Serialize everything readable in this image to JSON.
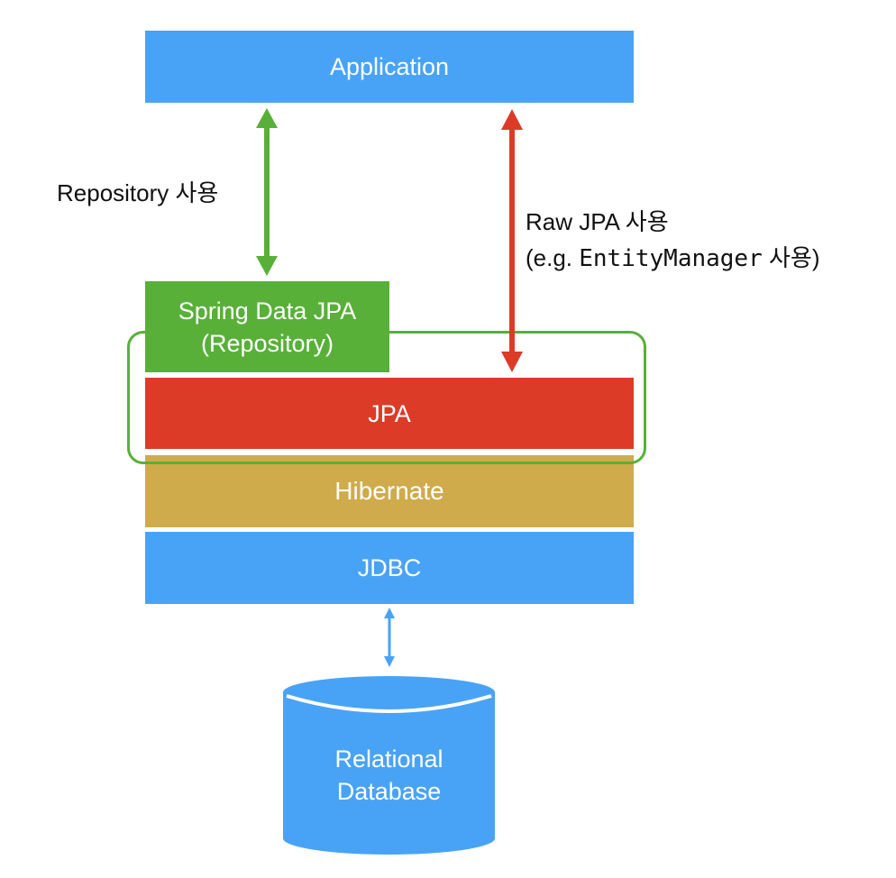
{
  "colors": {
    "blue": "#48a3f7",
    "green": "#58b038",
    "red": "#dc3b28",
    "gold": "#cfab4c"
  },
  "application": {
    "label": "Application"
  },
  "spring_data": {
    "line1": "Spring Data JPA",
    "line2": "(Repository)"
  },
  "jpa": {
    "label": "JPA"
  },
  "hibernate": {
    "label": "Hibernate"
  },
  "jdbc": {
    "label": "JDBC"
  },
  "database": {
    "line1": "Relational",
    "line2": "Database"
  },
  "repository_arrow": {
    "label": "Repository 사용"
  },
  "raw_arrow": {
    "line1": "Raw JPA 사용",
    "line2_prefix": "(e.g. ",
    "line2_code": "EntityManager",
    "line2_suffix": " 사용)"
  }
}
